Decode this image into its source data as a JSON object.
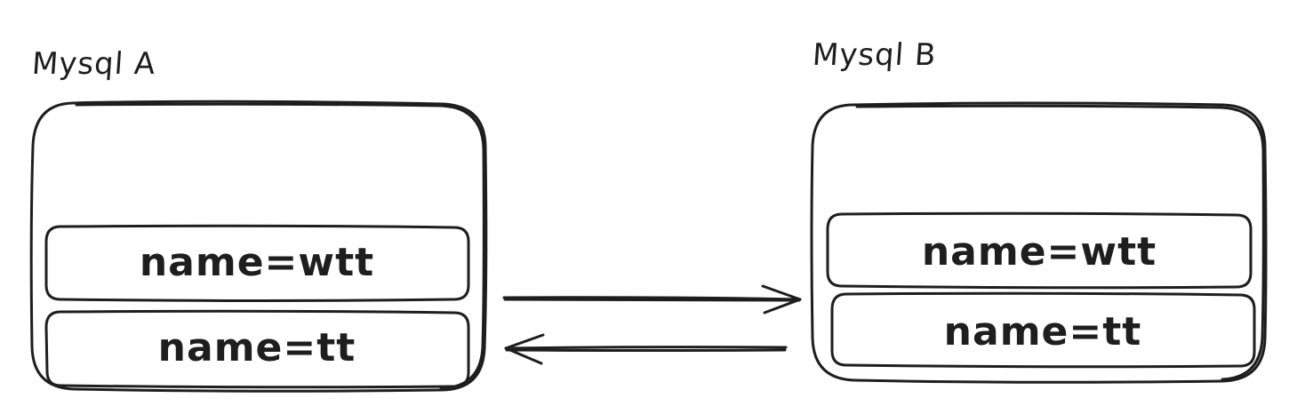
{
  "databases": [
    {
      "label": "Mysql A",
      "rows": [
        "name=wtt",
        "name=tt"
      ]
    },
    {
      "label": "Mysql B",
      "rows": [
        "name=wtt",
        "name=tt"
      ]
    }
  ],
  "colors": {
    "stroke": "#1e1e1e",
    "background": "#ffffff"
  }
}
